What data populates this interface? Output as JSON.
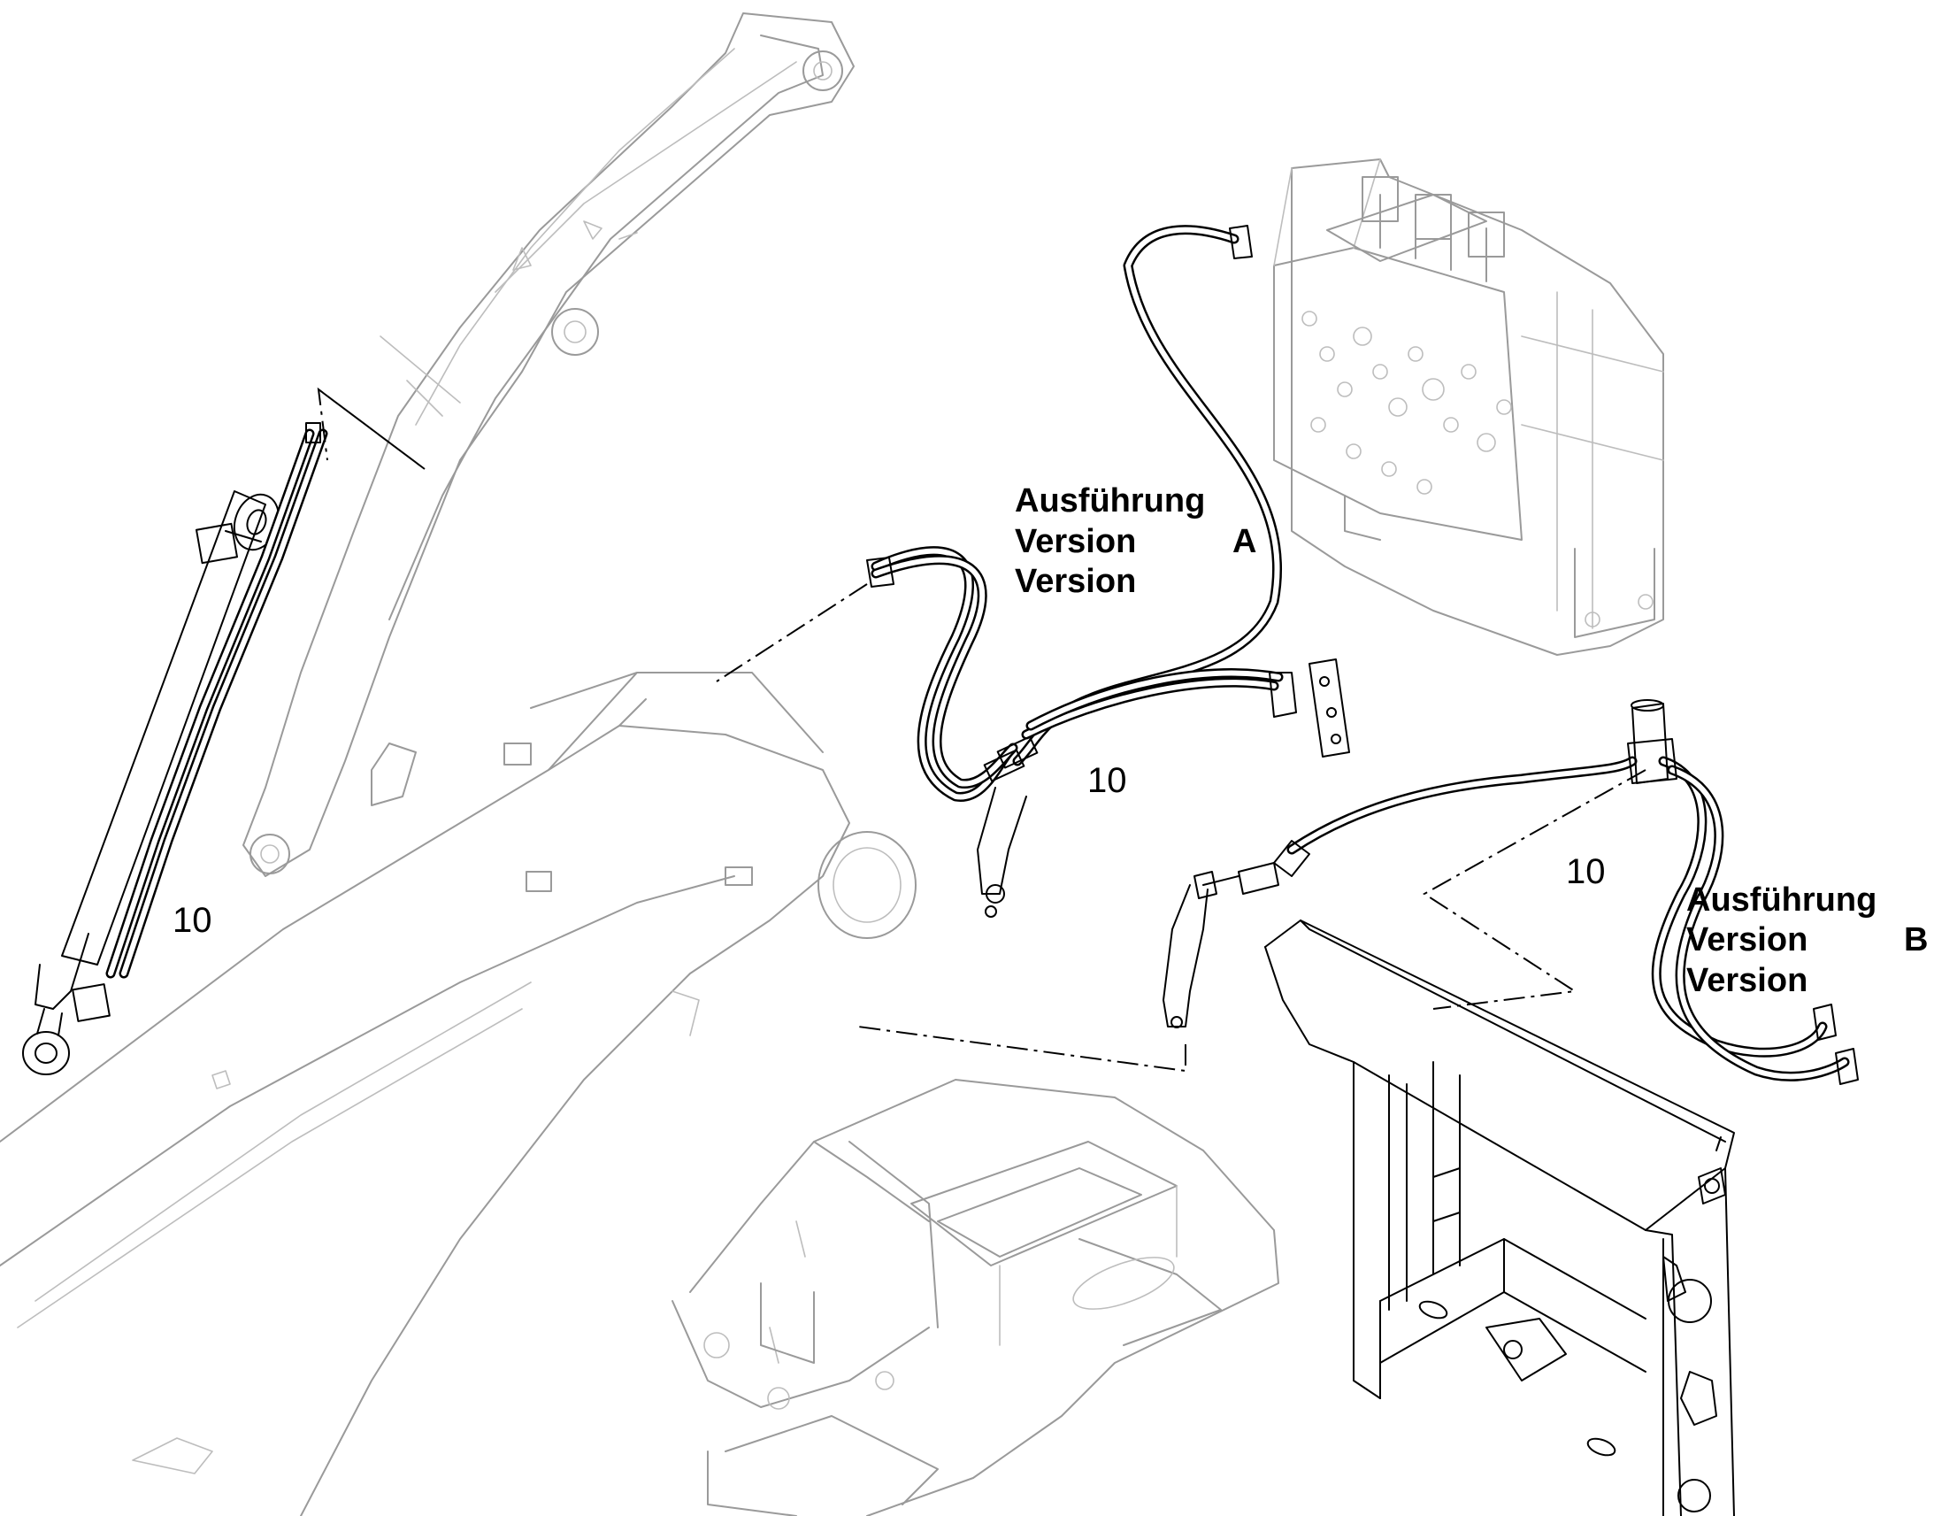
{
  "figure": {
    "version_a": {
      "line1": "Ausführung",
      "line2": "Version",
      "line3": "Version",
      "letter": "A"
    },
    "version_b": {
      "line1": "Ausführung",
      "line2": "Version",
      "line3": "Version",
      "letter": "B"
    },
    "item_numbers": [
      "10",
      "10",
      "10"
    ]
  }
}
